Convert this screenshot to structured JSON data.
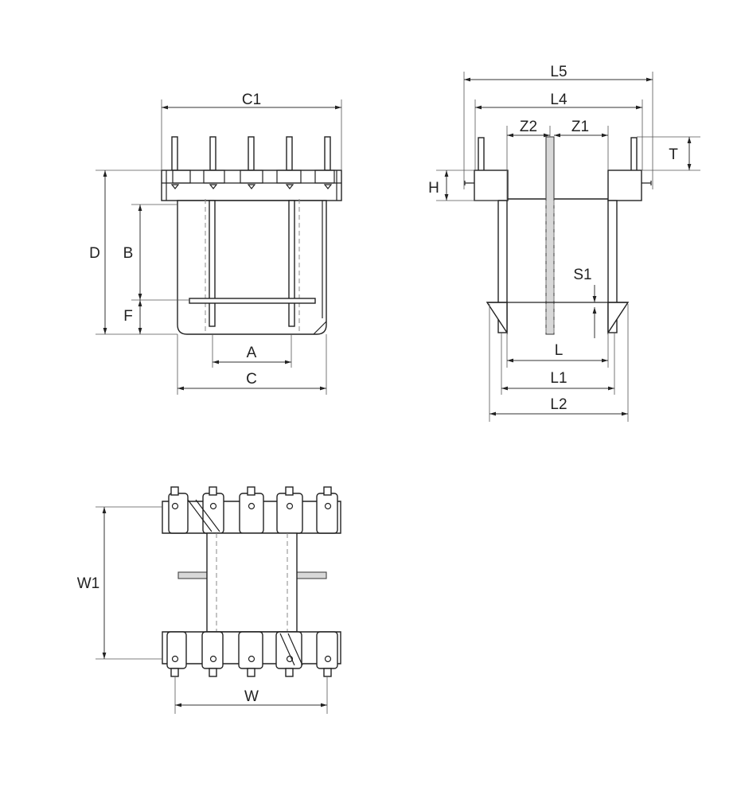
{
  "labels": {
    "C1": "C1",
    "D": "D",
    "B": "B",
    "F": "F",
    "A": "A",
    "C": "C",
    "L5": "L5",
    "L4": "L4",
    "Z2": "Z2",
    "Z1": "Z1",
    "T": "T",
    "H": "H",
    "S1": "S1",
    "L": "L",
    "L1": "L1",
    "L2": "L2",
    "W1": "W1",
    "W": "W"
  }
}
